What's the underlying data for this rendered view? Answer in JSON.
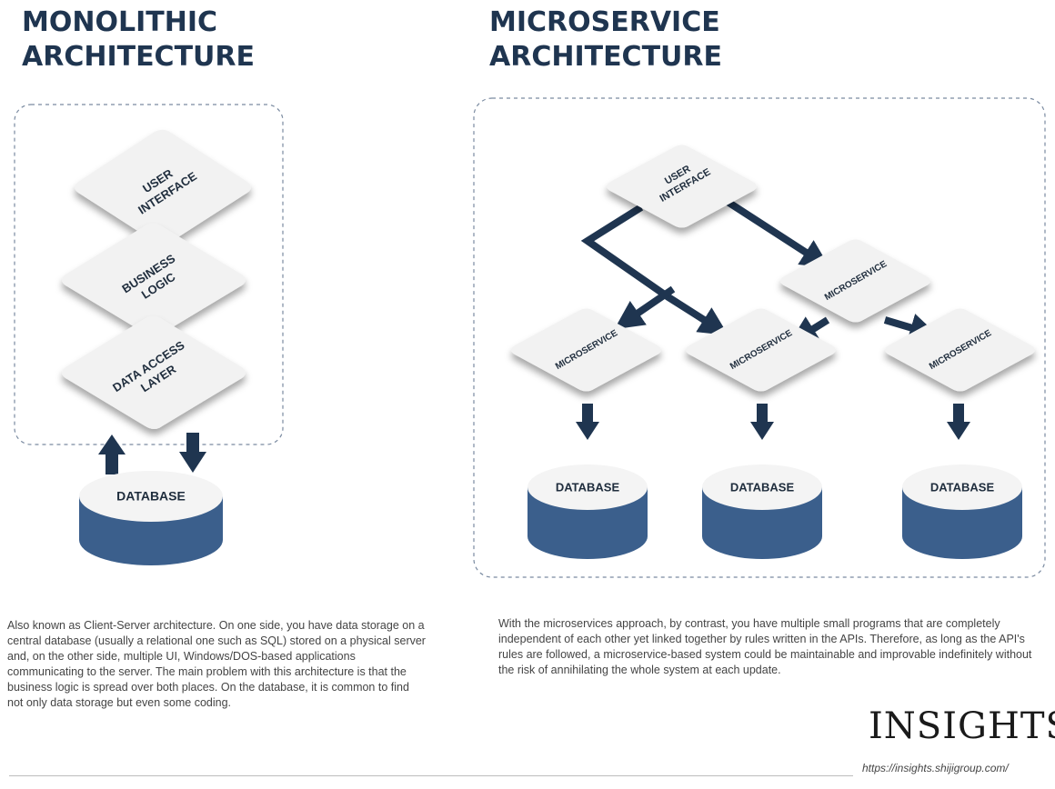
{
  "monolithic": {
    "title_line1": "MONOLITHIC",
    "title_line2": "ARCHITECTURE",
    "layers": [
      {
        "line1": "USER",
        "line2": "INTERFACE"
      },
      {
        "line1": "BUSINESS",
        "line2": "LOGIC"
      },
      {
        "line1": "DATA ACCESS",
        "line2": "LAYER"
      }
    ],
    "database": "DATABASE",
    "description": "Also known as Client-Server architecture. On one side, you have data storage on a central database (usually a relational one such as SQL) stored on a physical server and, on the other side, multiple UI, Windows/DOS-based applications communicating to the server. The main problem with this architecture is that the business logic is spread over both places. On the database, it is common to find not only data storage but even some coding."
  },
  "microservice": {
    "title_line1": "MICROSERVICE",
    "title_line2": "ARCHITECTURE",
    "ui": {
      "line1": "USER",
      "line2": "INTERFACE"
    },
    "services": [
      "MICROSERVICE",
      "MICROSERVICE",
      "MICROSERVICE",
      "MICROSERVICE"
    ],
    "databases": [
      "DATABASE",
      "DATABASE",
      "DATABASE"
    ],
    "description": "With the microservices approach, by contrast, you have multiple small programs that are completely independent of each other yet linked together by rules written in the APIs. Therefore, as long as the API's rules are followed, a microservice-based system could be maintainable and improvable indefinitely without the risk of annihilating the whole system at each update."
  },
  "brand": {
    "logo": "INSIGHTS",
    "url": "https://insights.shijigroup.com/"
  },
  "colors": {
    "navy": "#1f3550",
    "cylinder": "#3b5f8c",
    "tile": "#f2f2f2"
  }
}
